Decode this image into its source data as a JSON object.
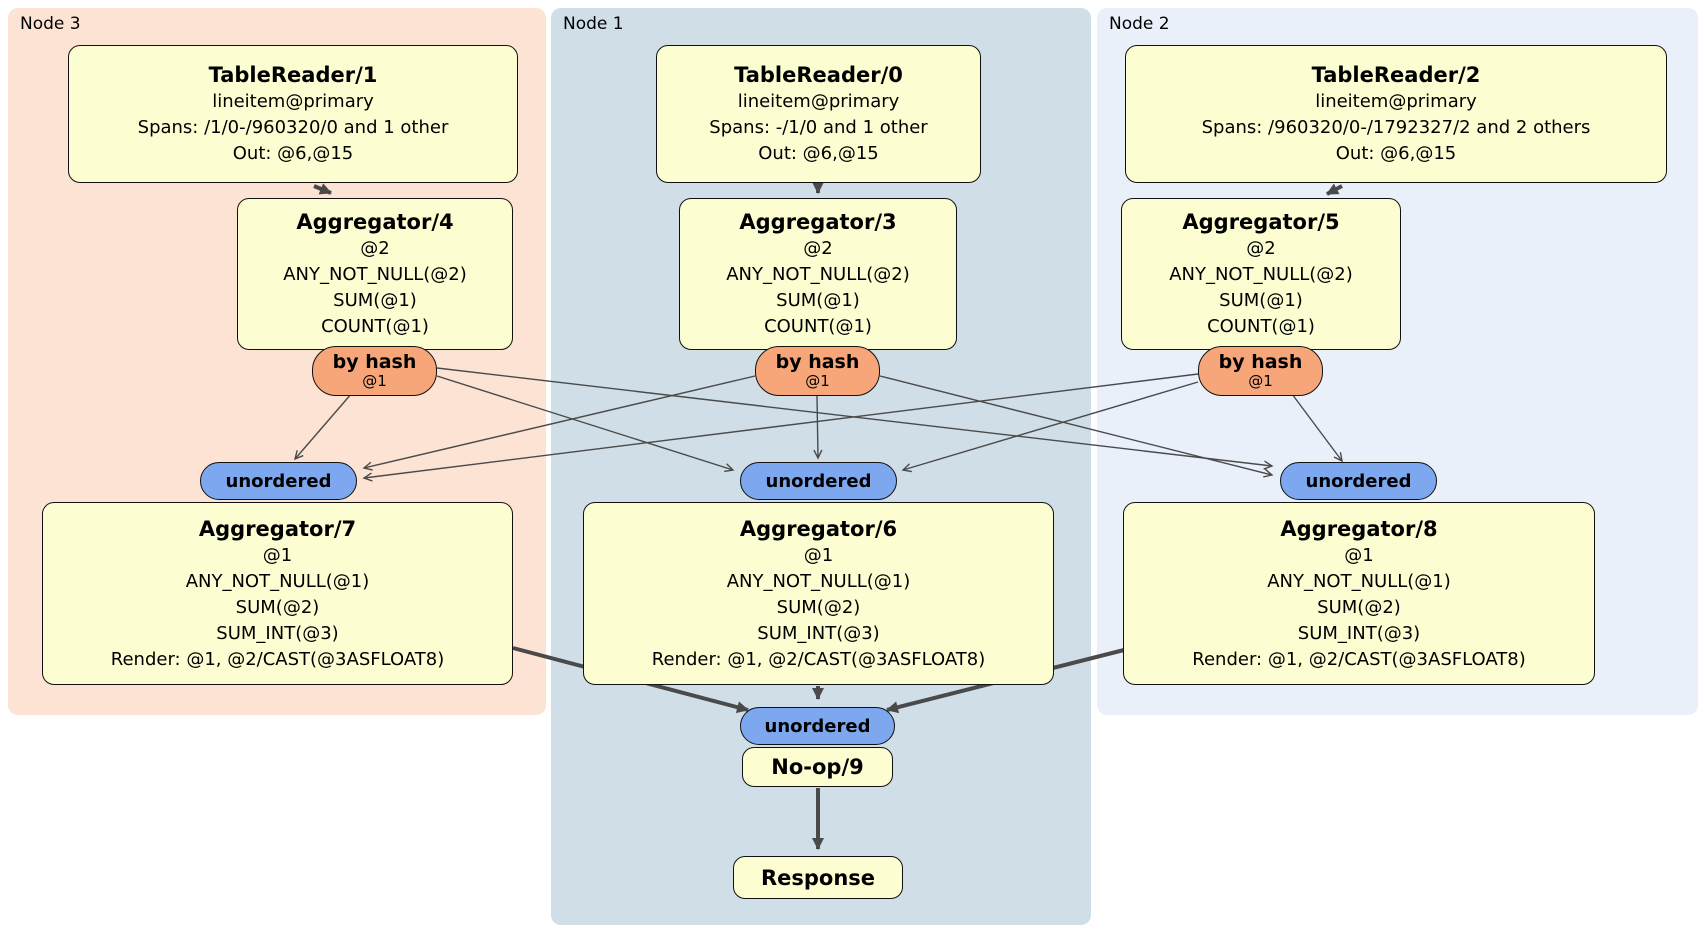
{
  "regions": [
    {
      "label": "Node 3"
    },
    {
      "label": "Node 1"
    },
    {
      "label": "Node 2"
    }
  ],
  "boxes": {
    "tr1": {
      "title": "TableReader/1",
      "lines": [
        "lineitem@primary",
        "Spans: /1/0-/960320/0 and 1 other",
        "Out: @6,@15"
      ]
    },
    "tr0": {
      "title": "TableReader/0",
      "lines": [
        "lineitem@primary",
        "Spans: -/1/0 and 1 other",
        "Out: @6,@15"
      ]
    },
    "tr2": {
      "title": "TableReader/2",
      "lines": [
        "lineitem@primary",
        "Spans: /960320/0-/1792327/2 and 2 others",
        "Out: @6,@15"
      ]
    },
    "agg4": {
      "title": "Aggregator/4",
      "lines": [
        "@2",
        "ANY_NOT_NULL(@2)",
        "SUM(@1)",
        "COUNT(@1)"
      ]
    },
    "agg3": {
      "title": "Aggregator/3",
      "lines": [
        "@2",
        "ANY_NOT_NULL(@2)",
        "SUM(@1)",
        "COUNT(@1)"
      ]
    },
    "agg5": {
      "title": "Aggregator/5",
      "lines": [
        "@2",
        "ANY_NOT_NULL(@2)",
        "SUM(@1)",
        "COUNT(@1)"
      ]
    },
    "agg7": {
      "title": "Aggregator/7",
      "lines": [
        "@1",
        "ANY_NOT_NULL(@1)",
        "SUM(@2)",
        "SUM_INT(@3)",
        "Render: @1, @2/CAST(@3ASFLOAT8)"
      ]
    },
    "agg6": {
      "title": "Aggregator/6",
      "lines": [
        "@1",
        "ANY_NOT_NULL(@1)",
        "SUM(@2)",
        "SUM_INT(@3)",
        "Render: @1, @2/CAST(@3ASFLOAT8)"
      ]
    },
    "agg8": {
      "title": "Aggregator/8",
      "lines": [
        "@1",
        "ANY_NOT_NULL(@1)",
        "SUM(@2)",
        "SUM_INT(@3)",
        "Render: @1, @2/CAST(@3ASFLOAT8)"
      ]
    },
    "noop": {
      "title": "No-op/9"
    },
    "response": {
      "title": "Response"
    }
  },
  "routers": {
    "byhash4": {
      "label": "by hash",
      "sublabel": "@1"
    },
    "byhash3": {
      "label": "by hash",
      "sublabel": "@1"
    },
    "byhash5": {
      "label": "by hash",
      "sublabel": "@1"
    }
  },
  "streams": {
    "left": {
      "label": "unordered"
    },
    "mid": {
      "label": "unordered"
    },
    "right": {
      "label": "unordered"
    },
    "bottom": {
      "label": "unordered"
    }
  },
  "colors": {
    "node3": "#fce3d3",
    "node1": "#cfdee7",
    "node2": "#eaf0fa",
    "boxfill": "#fdfdd2",
    "router": "#f6a678",
    "stream": "#7da7ee",
    "edge": "#4a4a4a"
  }
}
